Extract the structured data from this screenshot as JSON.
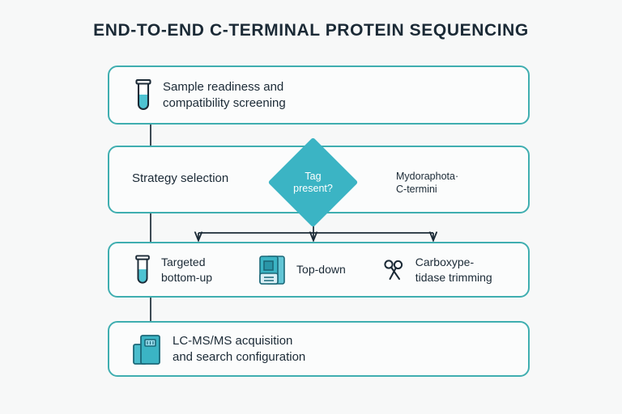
{
  "title": "END-TO-END C-TERMINAL PROTEIN SEQUENCING",
  "colors": {
    "background": "#f7f8f8",
    "box_border": "#3faeb0",
    "box_fill": "#fbfcfc",
    "diamond_fill": "#3bb4c4",
    "accent_teal": "#3bb4c4",
    "icon_outline": "#1b2a36",
    "text": "#1b2a36",
    "connector": "#1b2a36"
  },
  "steps": [
    {
      "id": "step-1",
      "icon": "test-tube-icon",
      "label": "Sample readiness and\ncompatibility screening"
    },
    {
      "id": "step-2",
      "label": "Strategy selection",
      "decision": {
        "icon": "decision-diamond",
        "label": "Tag\npresent?"
      },
      "branch_note": "Mydoraphota·\nC-termini"
    },
    {
      "id": "step-3",
      "options": [
        {
          "icon": "test-tube-icon",
          "label": "Targeted\nbottom-up"
        },
        {
          "icon": "instrument-panel-icon",
          "label": "Top-down"
        },
        {
          "icon": "scissors-icon",
          "label": "Carboxype-\ntidase trimming"
        }
      ]
    },
    {
      "id": "step-4",
      "icon": "ms-instrument-icon",
      "label": "LC-MS/MS acquisition\nand search configuration"
    }
  ]
}
